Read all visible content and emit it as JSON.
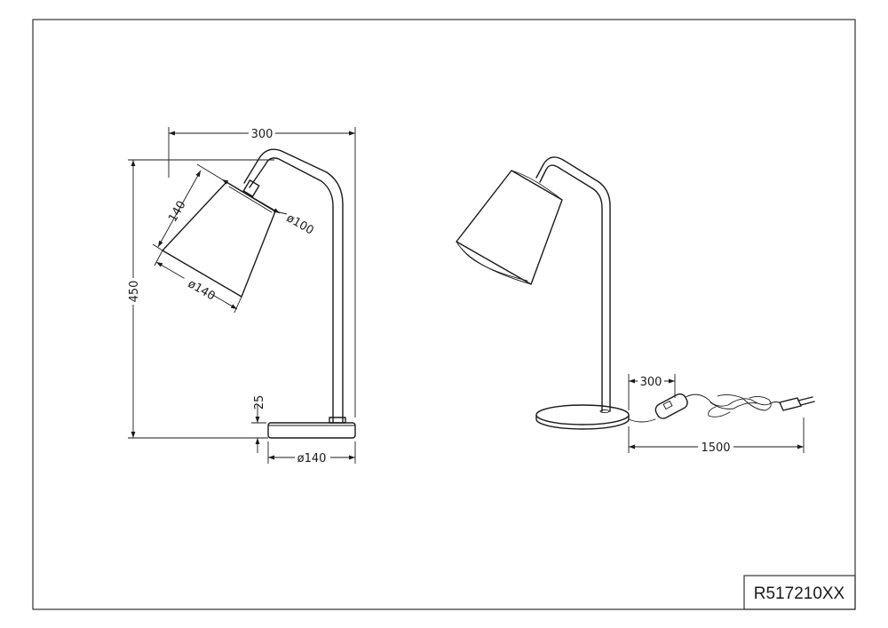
{
  "part_number": "R517210XX",
  "side_view": {
    "width_label": "300",
    "height_label": "450",
    "shade_height_label": "140",
    "shade_top_diameter_label": "ø100",
    "shade_bottom_diameter_label": "ø140",
    "base_height_label": "25",
    "base_diameter_label": "ø140"
  },
  "perspective_view": {
    "switch_distance_label": "300",
    "cable_length_label": "1500"
  }
}
